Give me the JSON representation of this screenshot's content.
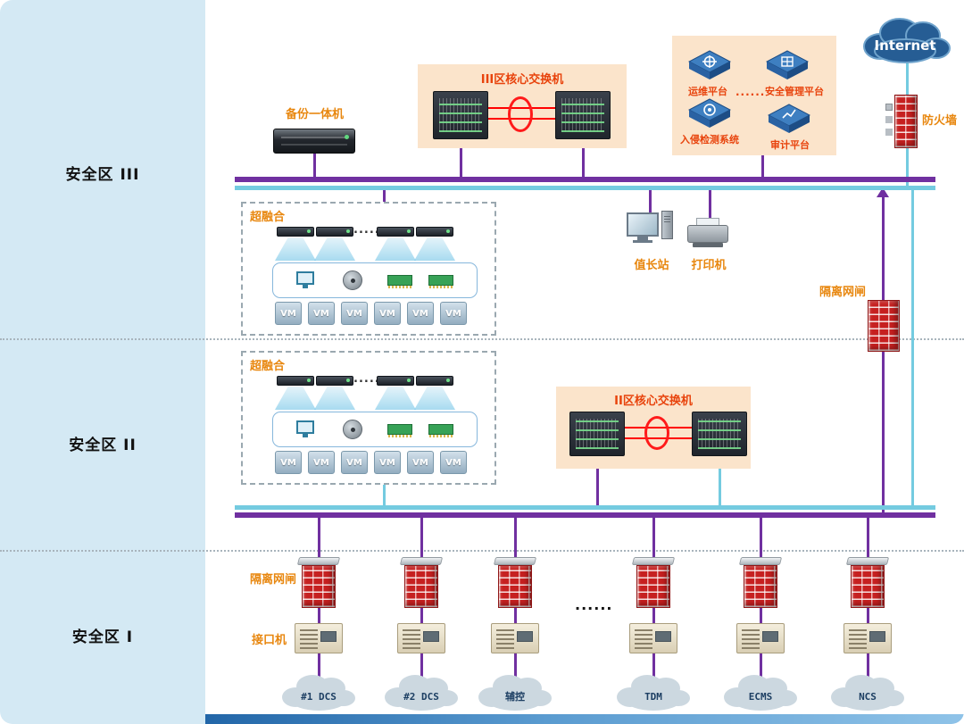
{
  "sidebar": {
    "zones": [
      {
        "label": "安全区 III"
      },
      {
        "label": "安全区 II"
      },
      {
        "label": "安全区 I"
      }
    ]
  },
  "zone3": {
    "internet_label": "Internet",
    "firewall_label": "防火墙",
    "backup_label": "备份一体机",
    "core_switch_title": "III区核心交换机",
    "platforms": {
      "items": [
        "运维平台",
        "安全管理平台",
        "入侵检测系统",
        "审计平台"
      ],
      "dots": "......"
    },
    "workstation_label": "值长站",
    "printer_label": "打印机",
    "gap_label": "隔离网闸",
    "hyper": {
      "title": "超融合",
      "dots": "......",
      "vms": [
        "VM",
        "VM",
        "VM",
        "VM",
        "VM",
        "VM"
      ]
    }
  },
  "zone2": {
    "core_switch_title": "II区核心交换机",
    "hyper": {
      "title": "超融合",
      "dots": "......",
      "vms": [
        "VM",
        "VM",
        "VM",
        "VM",
        "VM",
        "VM"
      ]
    }
  },
  "zone1": {
    "gap_label": "隔离网闸",
    "interface_label": "接口机",
    "dots": "......",
    "clouds": [
      "#1 DCS",
      "#2 DCS",
      "辅控",
      "TDM",
      "ECMS",
      "NCS"
    ]
  },
  "colors": {
    "accent_orange": "#e8870f",
    "title_red": "#e8430c",
    "bus_purple": "#7030a0",
    "bus_cyan": "#74cbe0",
    "panel_peach": "#fbe4cb",
    "brick_red": "#c62020"
  }
}
